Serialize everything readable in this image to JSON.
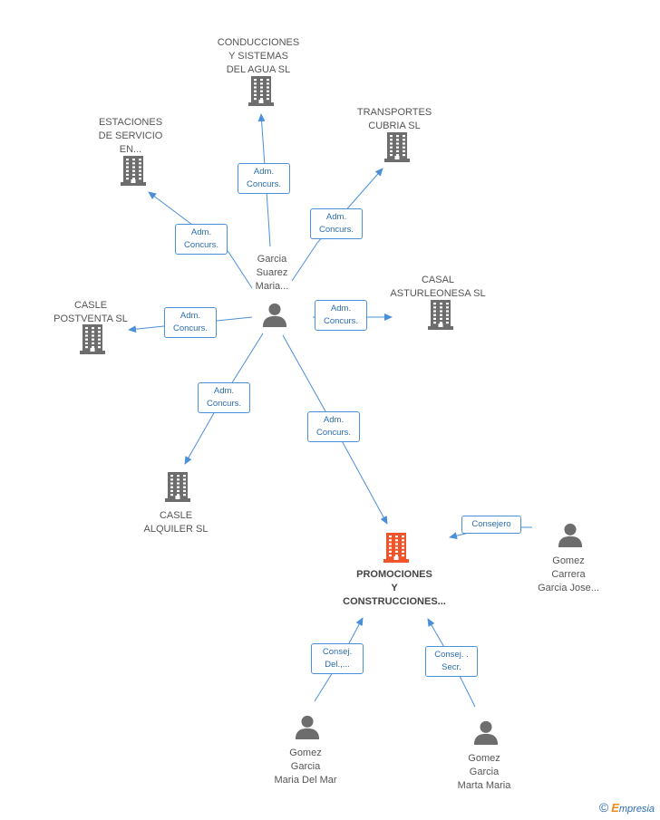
{
  "nodes": {
    "conducciones": {
      "label": "CONDUCCIONES\nY SISTEMAS\nDEL AGUA SL",
      "type": "company"
    },
    "estaciones": {
      "label": "ESTACIONES\nDE SERVICIO\nEN...",
      "type": "company"
    },
    "transportes": {
      "label": "TRANSPORTES\nCUBRIA SL",
      "type": "company"
    },
    "casal": {
      "label": "CASAL\nASTURLEONESA SL",
      "type": "company"
    },
    "postventa": {
      "label": "CASLE\nPOSTVENTA SL",
      "type": "company"
    },
    "alquiler": {
      "label": "CASLE\nALQUILER SL",
      "type": "company"
    },
    "promociones": {
      "label": "PROMOCIONES\nY\nCONSTRUCCIONES...",
      "type": "company-focus"
    },
    "garcia_suarez": {
      "label": "Garcia\nSuarez\nMaria...",
      "type": "person"
    },
    "gomez_carrera": {
      "label": "Gomez\nCarrera\nGarcia Jose...",
      "type": "person"
    },
    "gomez_mar": {
      "label": "Gomez\nGarcia\nMaria Del Mar",
      "type": "person"
    },
    "gomez_marta": {
      "label": "Gomez\nGarcia\nMarta Maria",
      "type": "person"
    }
  },
  "edges": [
    {
      "label": "Adm.\nConcurs.",
      "from": "garcia_suarez",
      "to": "conducciones"
    },
    {
      "label": "Adm.\nConcurs.",
      "from": "garcia_suarez",
      "to": "estaciones"
    },
    {
      "label": "Adm.\nConcurs.",
      "from": "garcia_suarez",
      "to": "transportes"
    },
    {
      "label": "Adm.\nConcurs.",
      "from": "garcia_suarez",
      "to": "casal"
    },
    {
      "label": "Adm.\nConcurs.",
      "from": "garcia_suarez",
      "to": "postventa"
    },
    {
      "label": "Adm.\nConcurs.",
      "from": "garcia_suarez",
      "to": "alquiler"
    },
    {
      "label": "Adm.\nConcurs.",
      "from": "garcia_suarez",
      "to": "promociones"
    },
    {
      "label": "Consejero",
      "from": "gomez_carrera",
      "to": "promociones"
    },
    {
      "label": "Consej.\nDel.,...",
      "from": "gomez_mar",
      "to": "promociones"
    },
    {
      "label": "Consej. .\nSecr.",
      "from": "gomez_marta",
      "to": "promociones"
    }
  ],
  "colors": {
    "company": "#6d6d6d",
    "focus": "#f0542a",
    "person": "#6d6d6d",
    "edge": "#4a90d9"
  },
  "footer": {
    "copyright": "©",
    "brand_first": "E",
    "brand_rest": "mpresia"
  }
}
